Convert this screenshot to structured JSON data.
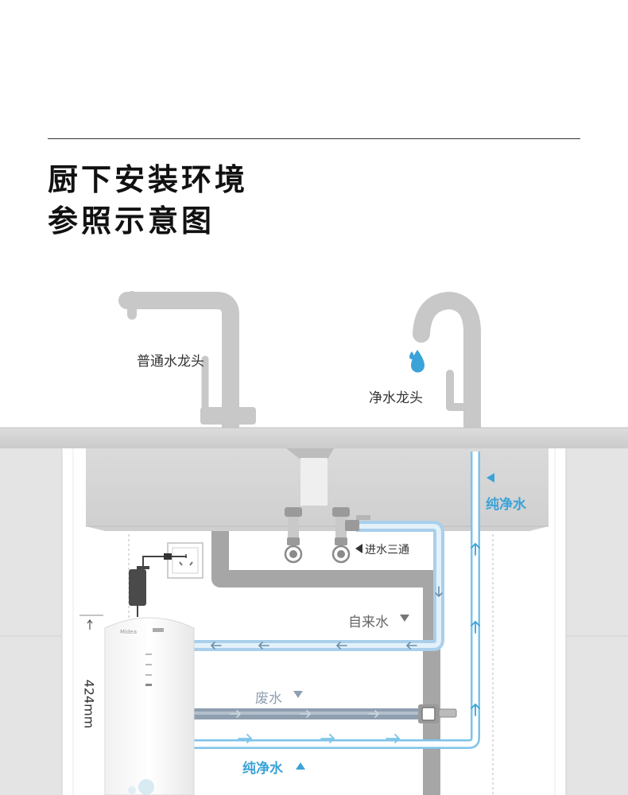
{
  "title": {
    "line1": "厨下安装环境",
    "line2": "参照示意图"
  },
  "labels": {
    "normal_faucet": "普通水龙头",
    "pure_faucet": "净水龙头",
    "pure_water_top": "纯净水",
    "tee_valve": "进水三通",
    "tap_water": "自来水",
    "waste_water": "废水",
    "pure_water_bottom": "纯净水",
    "height": "424mm"
  },
  "colors": {
    "pure_water": "#3aa3d8",
    "tap_water_pipe": "#a9cfeb",
    "waste_pipe": "#8f9fb0",
    "drain_pipe": "#a6a6a6",
    "cabinet": "#e3e3e3",
    "counter": "#d3d3d3"
  },
  "icons": {
    "water_drop": "water-drop-icon",
    "power_outlet": "power-outlet-icon",
    "power_adapter": "power-adapter-icon"
  }
}
